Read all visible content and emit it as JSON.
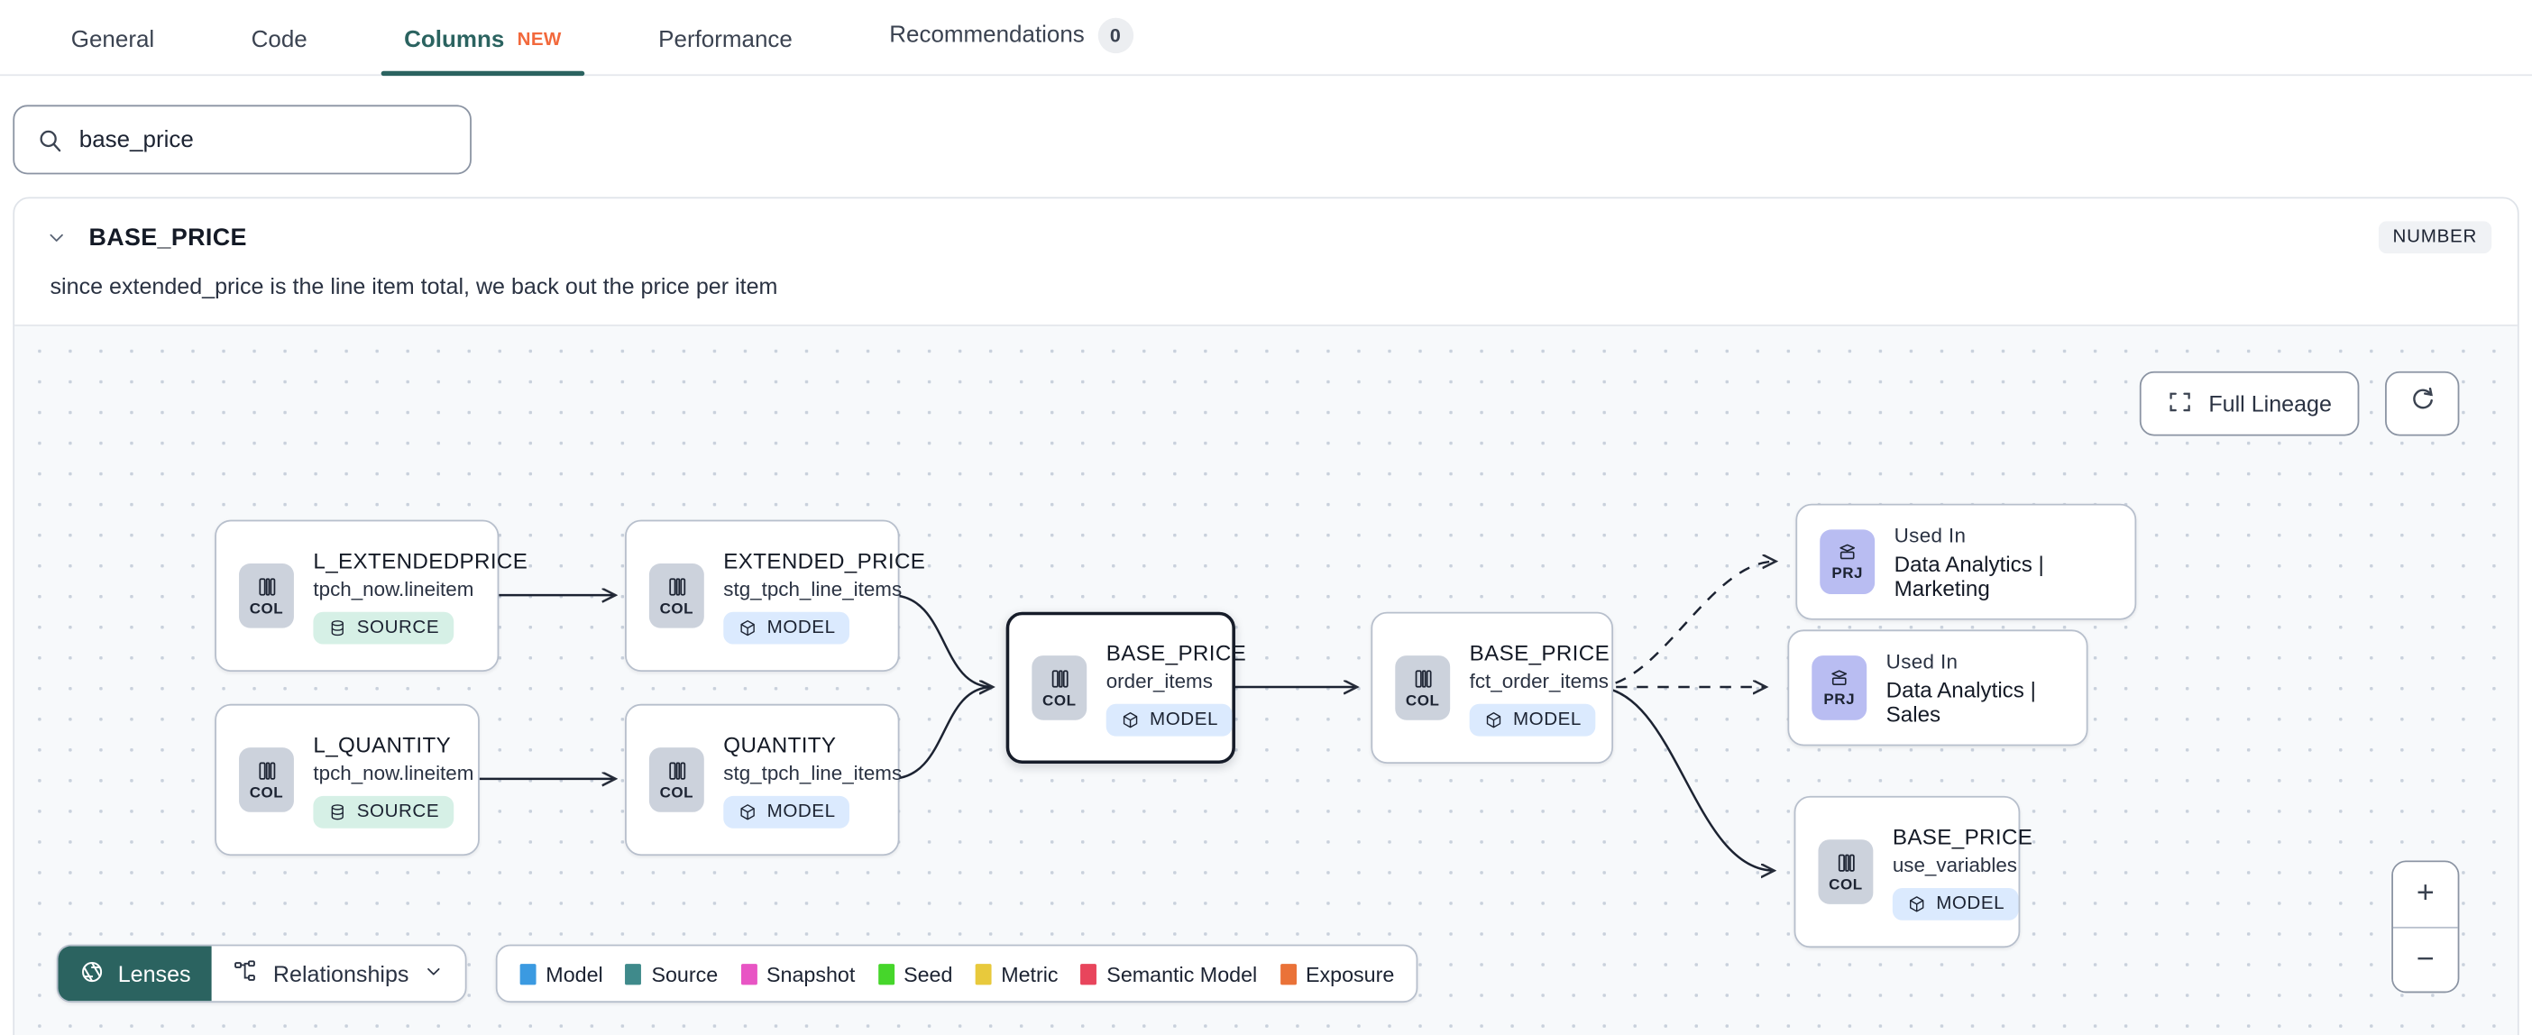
{
  "tabs": [
    {
      "label": "General",
      "active": false,
      "badge": null,
      "new": false
    },
    {
      "label": "Code",
      "active": false,
      "badge": null,
      "new": false
    },
    {
      "label": "Columns",
      "active": true,
      "badge": null,
      "new": true,
      "new_label": "NEW"
    },
    {
      "label": "Performance",
      "active": false,
      "badge": null,
      "new": false
    },
    {
      "label": "Recommendations",
      "active": false,
      "badge": "0",
      "new": false
    }
  ],
  "search": {
    "value": "base_price",
    "placeholder": "Search columns",
    "icon": "search-icon"
  },
  "column": {
    "name": "BASE_PRICE",
    "type_badge": "NUMBER",
    "description": "since extended_price is the line item total, we back out the price per item",
    "expanded": true
  },
  "canvas": {
    "full_lineage_label": "Full Lineage",
    "refresh_icon": "refresh-icon",
    "zoom_in_label": "+",
    "zoom_out_label": "−"
  },
  "nodes": [
    {
      "id": "n1",
      "kind": "col",
      "chip": "COL",
      "title": "L_EXTENDEDPRICE",
      "subtitle": "tpch_now.lineitem",
      "tag": "SOURCE",
      "tag_kind": "source",
      "focused": false
    },
    {
      "id": "n2",
      "kind": "col",
      "chip": "COL",
      "title": "L_QUANTITY",
      "subtitle": "tpch_now.lineitem",
      "tag": "SOURCE",
      "tag_kind": "source",
      "focused": false
    },
    {
      "id": "n3",
      "kind": "col",
      "chip": "COL",
      "title": "EXTENDED_PRICE",
      "subtitle": "stg_tpch_line_items",
      "tag": "MODEL",
      "tag_kind": "model",
      "focused": false
    },
    {
      "id": "n4",
      "kind": "col",
      "chip": "COL",
      "title": "QUANTITY",
      "subtitle": "stg_tpch_line_items",
      "tag": "MODEL",
      "tag_kind": "model",
      "focused": false
    },
    {
      "id": "n5",
      "kind": "col",
      "chip": "COL",
      "title": "BASE_PRICE",
      "subtitle": "order_items",
      "tag": "MODEL",
      "tag_kind": "model",
      "focused": true
    },
    {
      "id": "n6",
      "kind": "col",
      "chip": "COL",
      "title": "BASE_PRICE",
      "subtitle": "fct_order_items",
      "tag": "MODEL",
      "tag_kind": "model",
      "focused": false
    },
    {
      "id": "n7",
      "kind": "prj",
      "chip": "PRJ",
      "title": "Used In",
      "subtitle": "Data Analytics | Marketing",
      "tag": null,
      "tag_kind": null,
      "focused": false
    },
    {
      "id": "n8",
      "kind": "prj",
      "chip": "PRJ",
      "title": "Used In",
      "subtitle": "Data Analytics | Sales",
      "tag": null,
      "tag_kind": null,
      "focused": false
    },
    {
      "id": "n9",
      "kind": "col",
      "chip": "COL",
      "title": "BASE_PRICE",
      "subtitle": "use_variables",
      "tag": "MODEL",
      "tag_kind": "model",
      "focused": false
    }
  ],
  "toolbar": {
    "lenses_label": "Lenses",
    "lenses_icon": "aperture-icon",
    "relationships_label": "Relationships",
    "relationships_icon": "hierarchy-icon",
    "relationships_chevron": "chevron-down-icon"
  },
  "legend": [
    {
      "label": "Model",
      "color": "#3b9ae1"
    },
    {
      "label": "Source",
      "color": "#3f8a8b"
    },
    {
      "label": "Snapshot",
      "color": "#e855c4"
    },
    {
      "label": "Seed",
      "color": "#46d62b"
    },
    {
      "label": "Metric",
      "color": "#e8c93c"
    },
    {
      "label": "Semantic Model",
      "color": "#e8455c"
    },
    {
      "label": "Exposure",
      "color": "#ea7238"
    }
  ],
  "colors": {
    "accent": "#2b6360",
    "new_badge": "#f2693c",
    "focus_border": "#161c29",
    "canvas_bg": "#f7f9fb"
  }
}
